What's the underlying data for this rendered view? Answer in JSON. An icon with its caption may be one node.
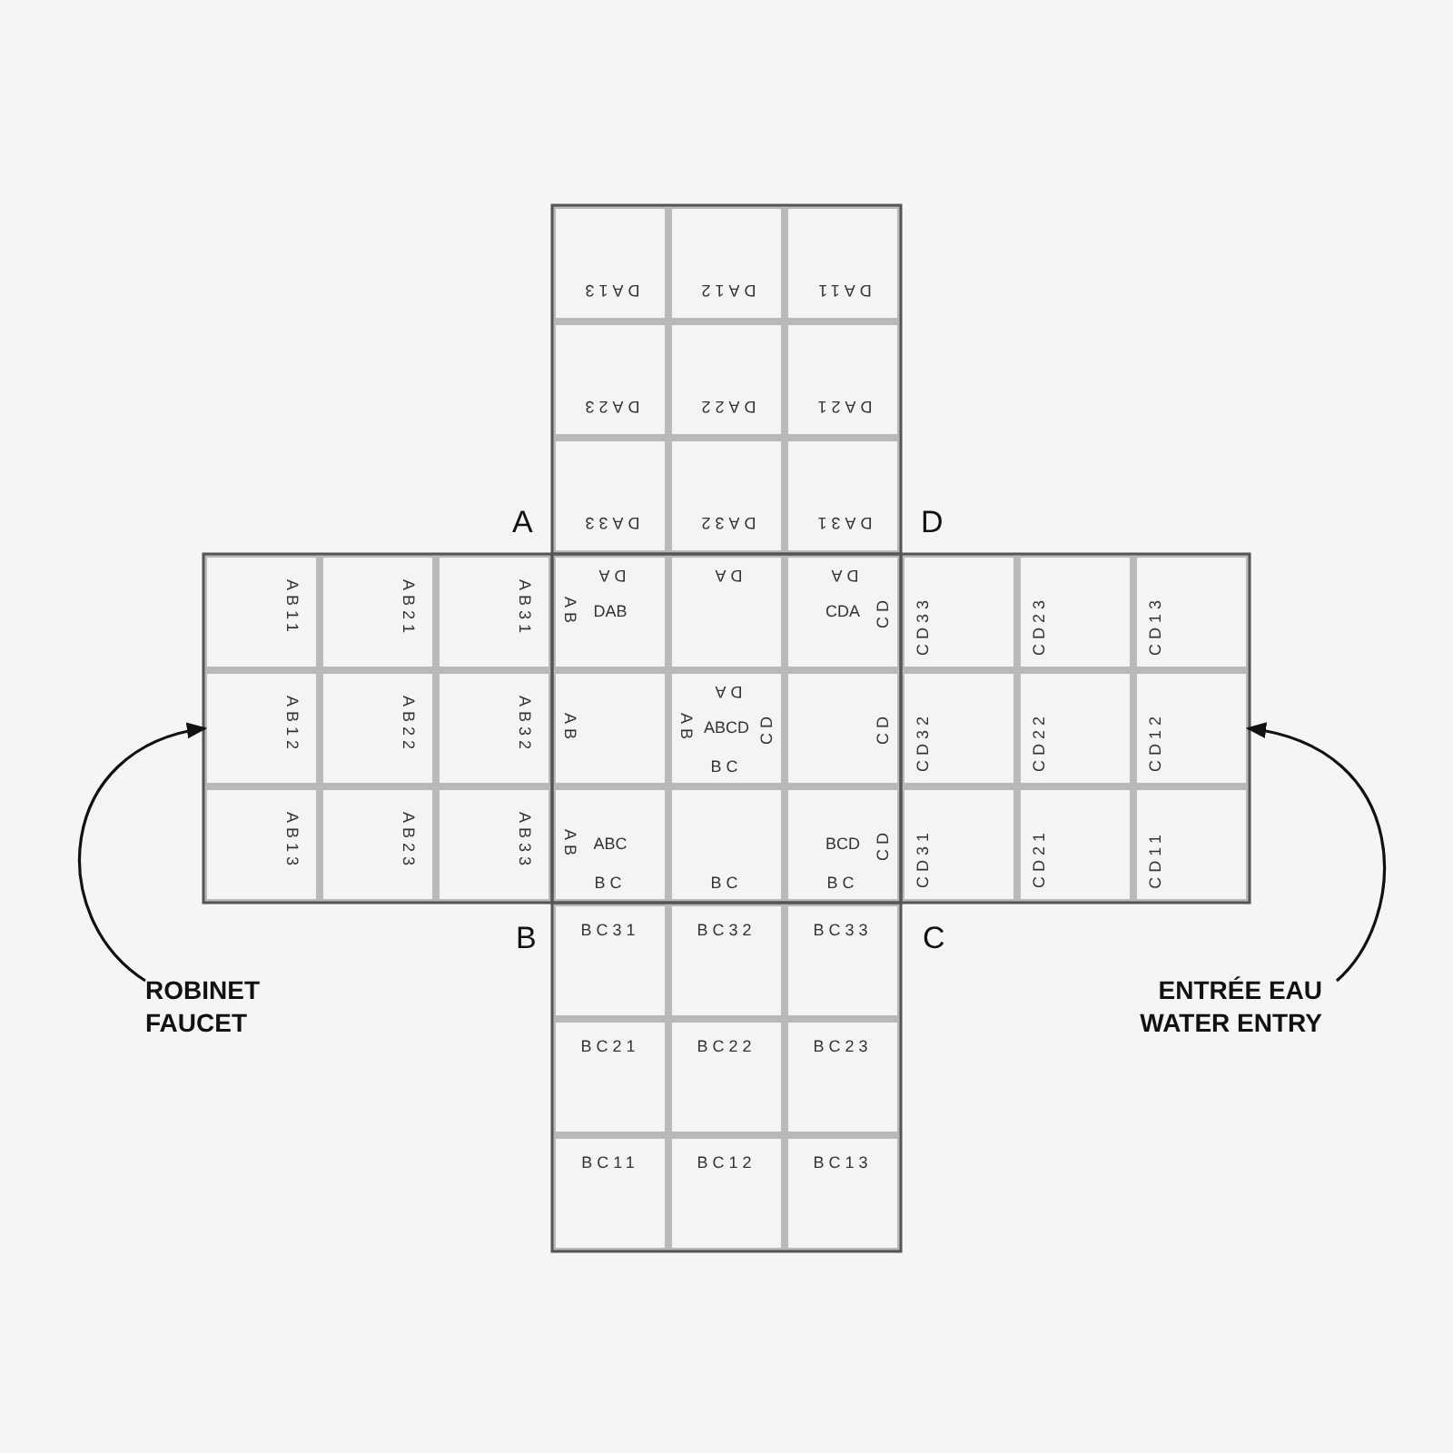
{
  "diagram": {
    "nodes": [
      {
        "text": [
          "DA13"
        ]
      },
      {
        "text": [
          "DA12"
        ]
      },
      {
        "text": [
          "DA11"
        ]
      },
      {
        "text": [
          "DA23"
        ]
      },
      {
        "text": [
          "DA22"
        ]
      },
      {
        "text": [
          "DA21"
        ]
      },
      {
        "text": [
          "DA33"
        ]
      },
      {
        "text": [
          "DA32"
        ]
      },
      {
        "text": [
          "DA31"
        ]
      },
      {
        "text": [
          "AB11"
        ]
      },
      {
        "text": [
          "AB21"
        ]
      },
      {
        "text": [
          "AB31"
        ]
      },
      {
        "text": [
          "DA",
          "AB",
          "DAB"
        ]
      },
      {
        "text": [
          "DA"
        ]
      },
      {
        "text": [
          "DA",
          "CDA",
          "CD"
        ]
      },
      {
        "text": [
          "CD33"
        ]
      },
      {
        "text": [
          "CD23"
        ]
      },
      {
        "text": [
          "CD13"
        ]
      },
      {
        "text": [
          "AB12"
        ]
      },
      {
        "text": [
          "AB22"
        ]
      },
      {
        "text": [
          "AB32"
        ]
      },
      {
        "text": [
          "AB"
        ]
      },
      {
        "text": [
          "DA",
          "AB",
          "ABCD",
          "CD",
          "BC"
        ]
      },
      {
        "text": [
          "CD"
        ]
      },
      {
        "text": [
          "CD32"
        ]
      },
      {
        "text": [
          "CD22"
        ]
      },
      {
        "text": [
          "CD12"
        ]
      },
      {
        "text": [
          "AB13"
        ]
      },
      {
        "text": [
          "AB23"
        ]
      },
      {
        "text": [
          "AB33"
        ]
      },
      {
        "text": [
          "AB",
          "ABC",
          "BC"
        ]
      },
      {
        "text": [
          "BC"
        ]
      },
      {
        "text": [
          "BCD",
          "CD",
          "BC"
        ]
      },
      {
        "text": [
          "CD31"
        ]
      },
      {
        "text": [
          "CD21"
        ]
      },
      {
        "text": [
          "CD11"
        ]
      },
      {
        "text": [
          "BC31"
        ]
      },
      {
        "text": [
          "BC32"
        ]
      },
      {
        "text": [
          "BC33"
        ]
      },
      {
        "text": [
          "BC21"
        ]
      },
      {
        "text": [
          "BC22"
        ]
      },
      {
        "text": [
          "BC23"
        ]
      },
      {
        "text": [
          "BC11"
        ]
      },
      {
        "text": [
          "BC12"
        ]
      },
      {
        "text": [
          "BC13"
        ]
      },
      {
        "text": [
          "ROBINET FAUCET"
        ]
      },
      {
        "text": [
          "ENTRÉE EAU WATER ENTRY"
        ]
      }
    ],
    "edges": [
      {
        "from": 45,
        "to": 18,
        "arrow": "to"
      },
      {
        "from": 46,
        "to": 26,
        "arrow": "to"
      }
    ],
    "labels": [
      "A",
      "D",
      "B",
      "C"
    ]
  }
}
